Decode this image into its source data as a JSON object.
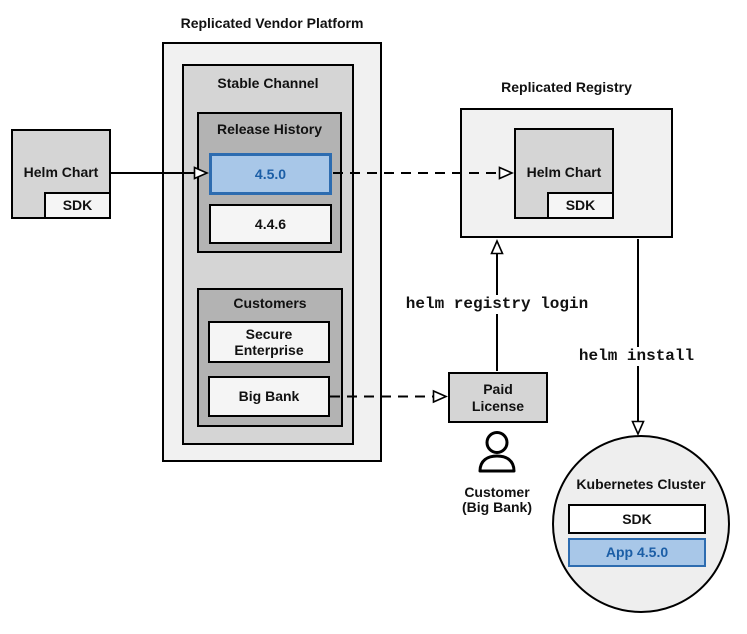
{
  "diagram": {
    "vendor_platform": {
      "title": "Replicated Vendor Platform",
      "stable_channel": {
        "title": "Stable Channel",
        "release_history": {
          "title": "Release History",
          "releases": [
            {
              "version": "4.5.0",
              "highlighted": true
            },
            {
              "version": "4.4.6",
              "highlighted": false
            }
          ]
        },
        "customers": {
          "title": "Customers",
          "items": [
            {
              "lines": [
                "Secure",
                "Enterprise"
              ]
            },
            {
              "lines": [
                "Big Bank"
              ]
            }
          ]
        }
      }
    },
    "helm_chart_source": {
      "label": "Helm Chart",
      "sdk_label": "SDK"
    },
    "registry": {
      "title": "Replicated Registry",
      "helm_chart_label": "Helm Chart",
      "sdk_label": "SDK"
    },
    "paid_license": {
      "lines": [
        "Paid",
        "License"
      ]
    },
    "customer": {
      "lines": [
        "Customer",
        "(Big Bank)"
      ]
    },
    "kubernetes": {
      "title": "Kubernetes Cluster",
      "sdk_label": "SDK",
      "app_label": "App 4.5.0"
    },
    "commands": {
      "registry_login": "helm registry login",
      "install": "helm install"
    },
    "colors": {
      "highlight_fill": "#a8c7e8",
      "highlight_border": "#2d6cb0",
      "highlight_text": "#1b5ea6",
      "container_light": "#f1f1f1",
      "container_mid": "#d5d5d5",
      "container_dark": "#b3b3b3",
      "leaf_light": "#f5f5f5",
      "line_color": "#000000"
    }
  }
}
